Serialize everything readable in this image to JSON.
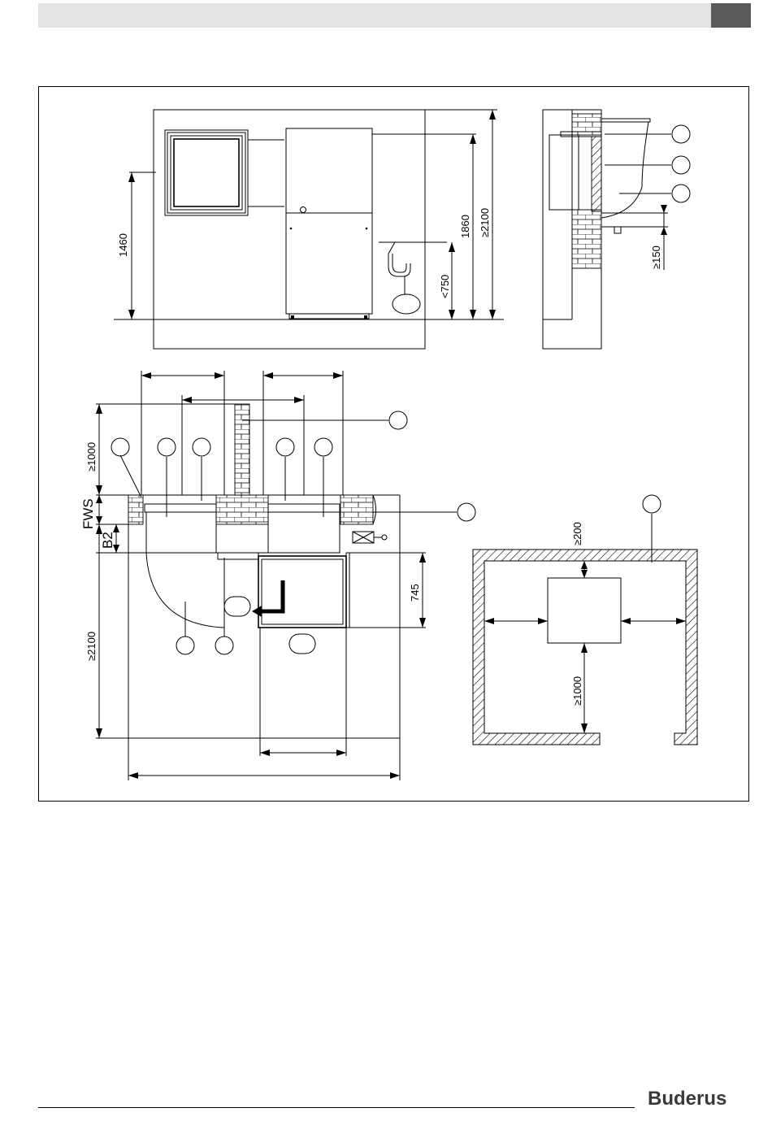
{
  "brand": {
    "logo_text": "Buderus"
  },
  "dimensions": {
    "window_height": "1460",
    "boiler_height": "1860",
    "min_room_height": "≥2100",
    "drain_height": "<750",
    "min_floor_clearance": "≥150",
    "min_rear_clearance": "≥1000",
    "flue_wall_spacing": "FWS",
    "dim_b2": "B2",
    "min_front_clearance": "≥2100",
    "tank_depth": "745",
    "min_top_clearance": "≥200",
    "min_bottom_clearance": "≥1000"
  },
  "colors": {
    "header_bar": "#e3e3e3",
    "header_tab": "#5a5a5a",
    "brand": "#3a3a3a"
  }
}
